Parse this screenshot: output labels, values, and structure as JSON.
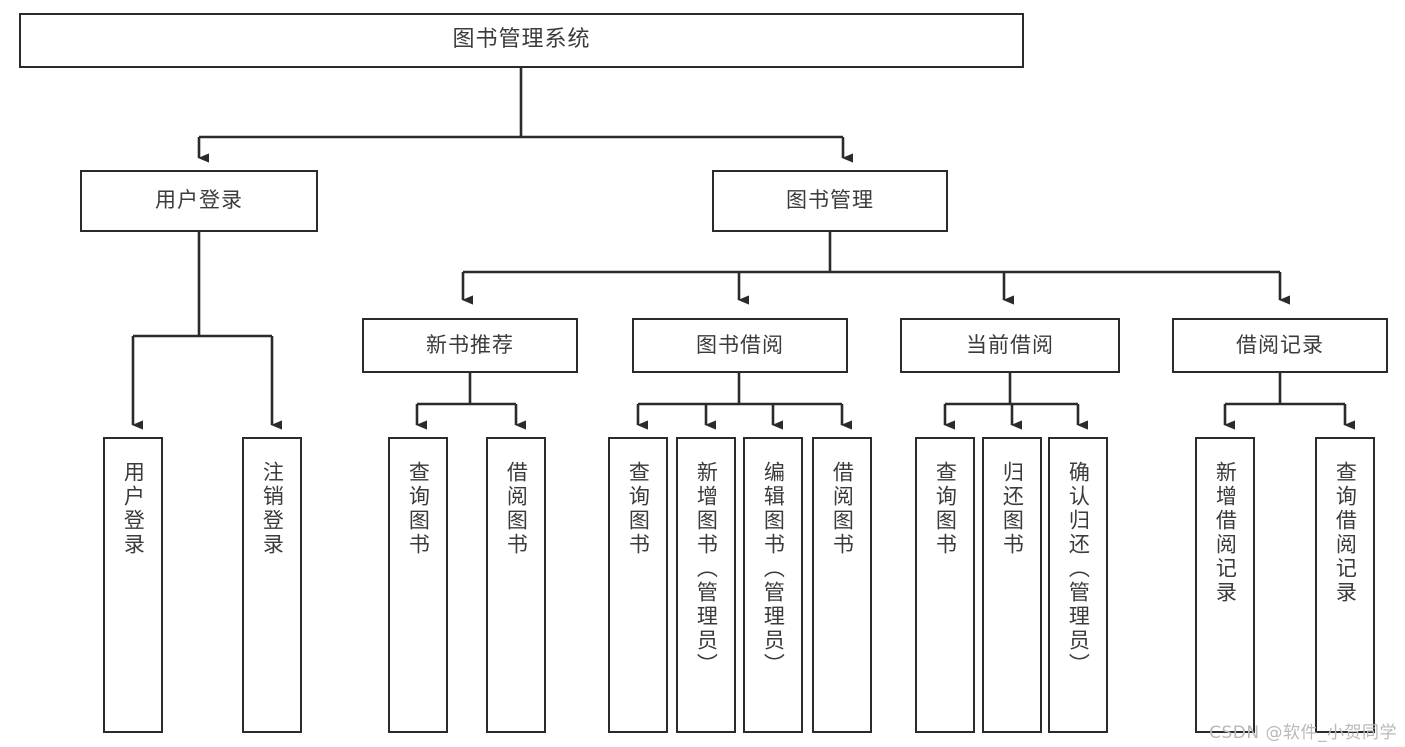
{
  "diagram": {
    "type": "tree",
    "title": "图书管理系统",
    "root": {
      "id": "root",
      "label": "图书管理系统"
    },
    "level1": [
      {
        "id": "user-login",
        "label": "用户登录"
      },
      {
        "id": "book-manage",
        "label": "图书管理"
      }
    ],
    "level2": [
      {
        "id": "new-book-recommend",
        "label": "新书推荐",
        "parent": "book-manage"
      },
      {
        "id": "book-borrow",
        "label": "图书借阅",
        "parent": "book-manage"
      },
      {
        "id": "current-borrow",
        "label": "当前借阅",
        "parent": "book-manage"
      },
      {
        "id": "borrow-record",
        "label": "借阅记录",
        "parent": "book-manage"
      }
    ],
    "leaves": [
      {
        "id": "leaf-user-login",
        "label": "用户登录",
        "parent": "user-login"
      },
      {
        "id": "leaf-logout",
        "label": "注销登录",
        "parent": "user-login"
      },
      {
        "id": "leaf-query-book-1",
        "label": "查询图书",
        "parent": "new-book-recommend"
      },
      {
        "id": "leaf-borrow-book-1",
        "label": "借阅图书",
        "parent": "new-book-recommend"
      },
      {
        "id": "leaf-query-book-2",
        "label": "查询图书",
        "parent": "book-borrow"
      },
      {
        "id": "leaf-add-book",
        "label": "新增图书（管理员）",
        "parent": "book-borrow"
      },
      {
        "id": "leaf-edit-book",
        "label": "编辑图书（管理员）",
        "parent": "book-borrow"
      },
      {
        "id": "leaf-borrow-book-2",
        "label": "借阅图书",
        "parent": "book-borrow"
      },
      {
        "id": "leaf-query-book-3",
        "label": "查询图书",
        "parent": "current-borrow"
      },
      {
        "id": "leaf-return-book",
        "label": "归还图书",
        "parent": "current-borrow"
      },
      {
        "id": "leaf-confirm-return",
        "label": "确认归还（管理员）",
        "parent": "current-borrow"
      },
      {
        "id": "leaf-add-record",
        "label": "新增借阅记录",
        "parent": "borrow-record"
      },
      {
        "id": "leaf-query-record",
        "label": "查询借阅记录",
        "parent": "borrow-record"
      }
    ]
  },
  "watermark": {
    "text": "CSDN @软件_小贺同学"
  },
  "colors": {
    "stroke": "#2b2b2b",
    "text": "#3b3b3b",
    "background": "#ffffff",
    "watermark": "#b9b9b9"
  }
}
